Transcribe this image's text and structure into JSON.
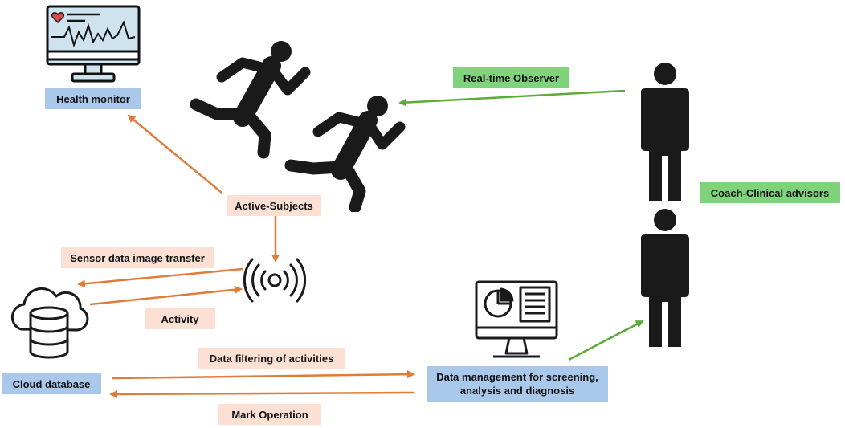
{
  "labels": {
    "health_monitor": "Health monitor",
    "active_subjects": "Active-Subjects",
    "sensor_data": "Sensor data image transfer",
    "activity": "Activity",
    "cloud_database": "Cloud database",
    "data_filtering": "Data filtering of activities",
    "mark_operation": "Mark Operation",
    "data_management": "Data management for screening, analysis and diagnosis",
    "real_time_observer": "Real-time Observer",
    "coach_clinical": "Coach-Clinical advisors"
  },
  "colors": {
    "orange_arrow": "#e07b3a",
    "green_arrow": "#5aaa3c",
    "blue_box": "#a9c8ea",
    "peach_box": "#fbe0d3",
    "green_box": "#7fd37a",
    "icon": "#1a1a1a"
  },
  "icons": [
    "monitor-icon",
    "runner-icon",
    "signal-icon",
    "cloud-database-icon",
    "dashboard-monitor-icon",
    "person-icon"
  ]
}
